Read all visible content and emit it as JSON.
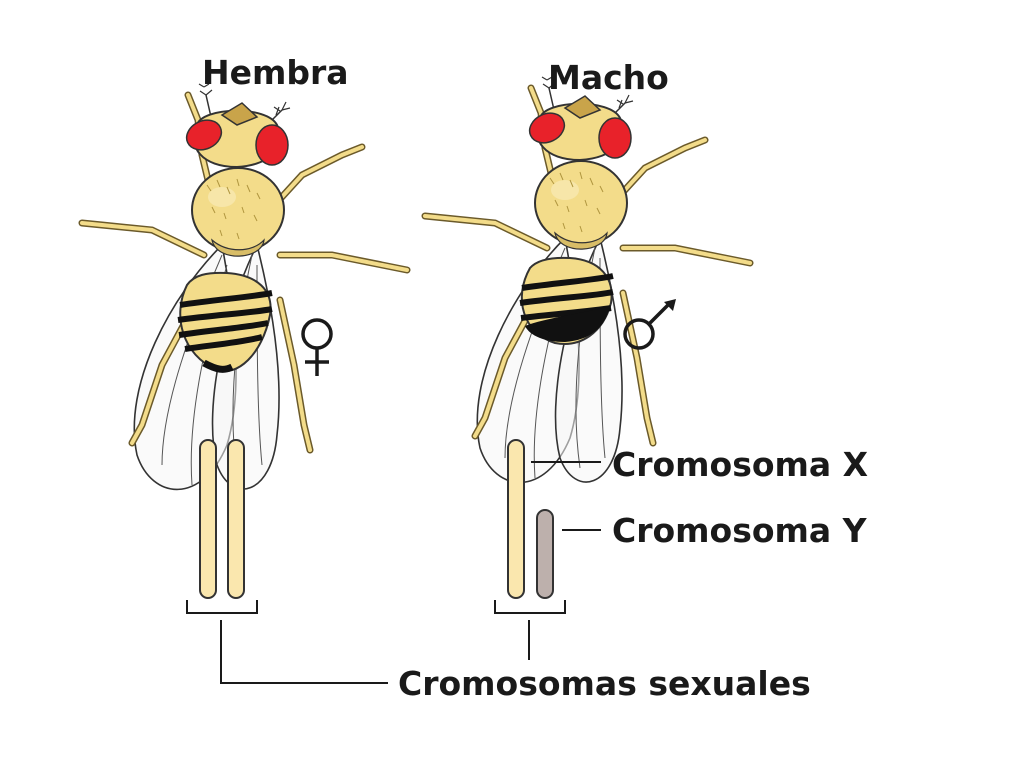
{
  "labels": {
    "female": "Hembra",
    "male": "Macho",
    "x_chromosome": "Cromosoma X",
    "y_chromosome": "Cromosoma Y",
    "sex_chromosomes": "Cromosomas sexuales"
  },
  "symbols": {
    "female": "venus-symbol",
    "male": "mars-symbol"
  },
  "colors": {
    "body": "#f3dc8a",
    "body_light": "#f8e9b0",
    "eye": "#e8222a",
    "stripe": "#111111",
    "chromosome_x": "#fae7ae",
    "chromosome_y": "#bdb0ac",
    "wing": "#f6f6f6",
    "line": "#1a1a1a"
  }
}
